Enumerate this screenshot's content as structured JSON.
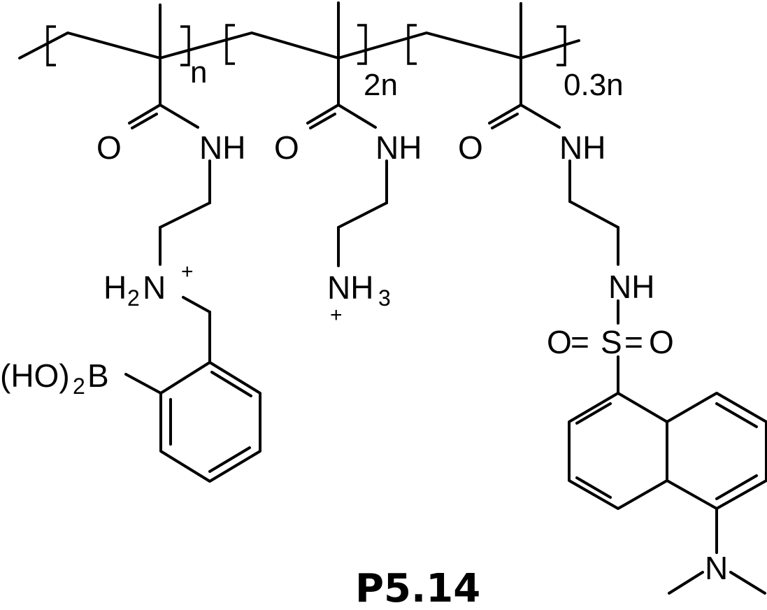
{
  "compound_label": "P5.14",
  "repeat_units": {
    "unit1": "n",
    "unit2": "2n",
    "unit3": "0.3n"
  },
  "atoms": {
    "carbonyl_o": "O",
    "amide_nh": "NH",
    "ammonium_h": "H",
    "ammonium_h_count": "2",
    "ammonium_n": "N",
    "plus": "+",
    "boronic_open": "(HO)",
    "boronic_count": "2",
    "boronic_b": "B",
    "amine_nh": "NH",
    "amine_h_count": "3",
    "sulfonamide_nh": "NH",
    "sulfonyl_o": "O",
    "sulfonyl_s": "S",
    "dimethylamino_n": "N",
    "bond_double": "="
  }
}
